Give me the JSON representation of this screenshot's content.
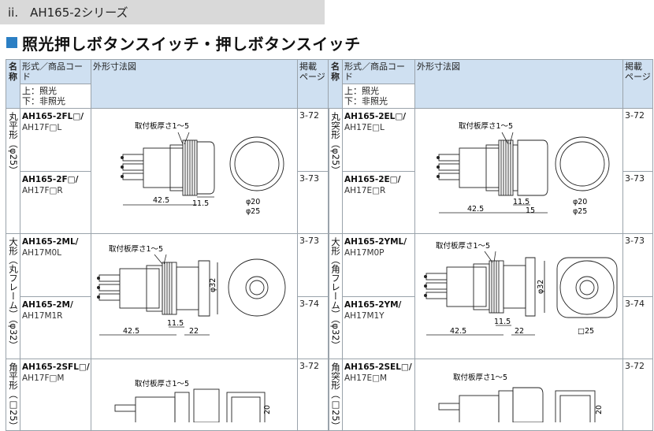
{
  "header": {
    "section": "ii.　AH165-2シリーズ",
    "title": "照光押しボタンスイッチ・押しボタンスイッチ"
  },
  "columns": {
    "name_top": "名",
    "name_bottom": "称",
    "form_code": "形式／商品コード",
    "lit_top": "上：照光",
    "lit_bottom": "下：非照光",
    "dims": "外形寸法図",
    "page_top": "掲載",
    "page_bottom": "ページ"
  },
  "left": [
    {
      "name": "丸平形（φ25）",
      "items": [
        {
          "code_bold": "AH165-2FL□/",
          "code": "AH17F□L",
          "page": "3-72"
        },
        {
          "code_bold": "AH165-2F□/",
          "code": "AH17F□R",
          "page": "3-73"
        }
      ],
      "dims": {
        "panel": "取付板厚さ1～5",
        "len": "42.5",
        "off": "11.5",
        "d1": "φ20",
        "d2": "φ25"
      }
    },
    {
      "name": "大形（丸フレーム）（φ32）",
      "items": [
        {
          "code_bold": "AH165-2ML/",
          "code": "AH17M0L",
          "page": "3-73"
        },
        {
          "code_bold": "AH165-2M/",
          "code": "AH17M1R",
          "page": "3-74"
        }
      ],
      "dims": {
        "panel": "取付板厚さ1～5",
        "len": "42.5",
        "off": "11.5",
        "off2": "22",
        "d1": "φ32"
      }
    },
    {
      "name": "角平形（□25）",
      "items": [
        {
          "code_bold": "AH165-2SFL□/",
          "code": "AH17F□M",
          "page": "3-72"
        }
      ],
      "dims": {
        "panel": "取付板厚さ1～5",
        "d1": "20"
      }
    }
  ],
  "right": [
    {
      "name": "丸突形（φ25）",
      "items": [
        {
          "code_bold": "AH165-2EL□/",
          "code": "AH17E□L",
          "page": "3-72"
        },
        {
          "code_bold": "AH165-2E□/",
          "code": "AH17E□R",
          "page": "3-73"
        }
      ],
      "dims": {
        "panel": "取付板厚さ1～5",
        "len": "42.5",
        "off": "11.5",
        "off2": "15",
        "d1": "φ20",
        "d2": "φ25"
      }
    },
    {
      "name": "大形（角フレーム）（φ32）",
      "items": [
        {
          "code_bold": "AH165-2YML/",
          "code": "AH17M0P",
          "page": "3-73"
        },
        {
          "code_bold": "AH165-2YM/",
          "code": "AH17M1Y",
          "page": "3-74"
        }
      ],
      "dims": {
        "panel": "取付板厚さ1～5",
        "len": "42.5",
        "off": "11.5",
        "off2": "22",
        "d1": "φ32",
        "d2": "□25"
      }
    },
    {
      "name": "角突形（□25）",
      "items": [
        {
          "code_bold": "AH165-2SEL□/",
          "code": "AH17E□M",
          "page": "3-72"
        }
      ],
      "dims": {
        "panel": "取付板厚さ1～5",
        "d1": "20"
      }
    }
  ]
}
